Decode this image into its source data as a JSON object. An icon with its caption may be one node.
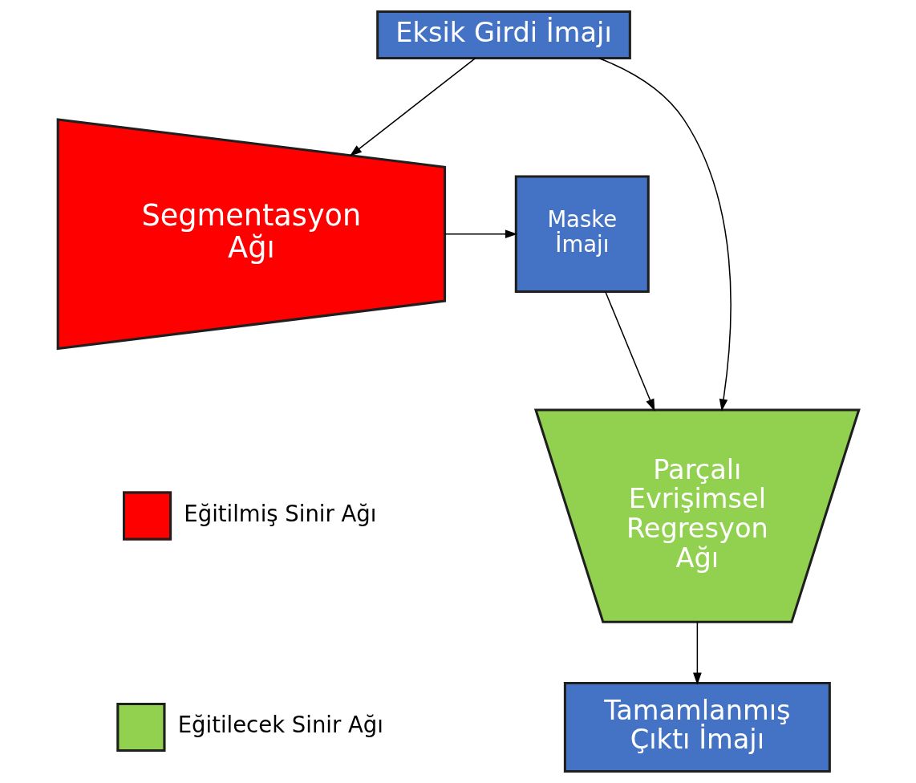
{
  "diagram": {
    "nodes": [
      {
        "text": [
          "Eksik Girdi İmajı"
        ]
      },
      {
        "text": [
          "Segmentasyon Ağı"
        ]
      },
      {
        "text": [
          "Maske İmajı"
        ]
      },
      {
        "text": [
          "Parçalı Evrişimsel Regresyon Ağı"
        ]
      },
      {
        "text": [
          "Tamamlanmış Çıktı İmajı"
        ]
      }
    ],
    "edges": [
      {
        "from": 0,
        "to": 1,
        "arrow": "to"
      },
      {
        "from": 1,
        "to": 2,
        "arrow": "to"
      },
      {
        "from": 2,
        "to": 3,
        "arrow": "to"
      },
      {
        "from": 0,
        "to": 3,
        "arrow": "to"
      },
      {
        "from": 3,
        "to": 4,
        "arrow": "to"
      }
    ],
    "legend": [
      {
        "text": "Eğitilmiş Sinir Ağı",
        "color": "#ff0000"
      },
      {
        "text": "Eğitilecek Sinir Ağı",
        "color": "#92d050"
      }
    ]
  }
}
